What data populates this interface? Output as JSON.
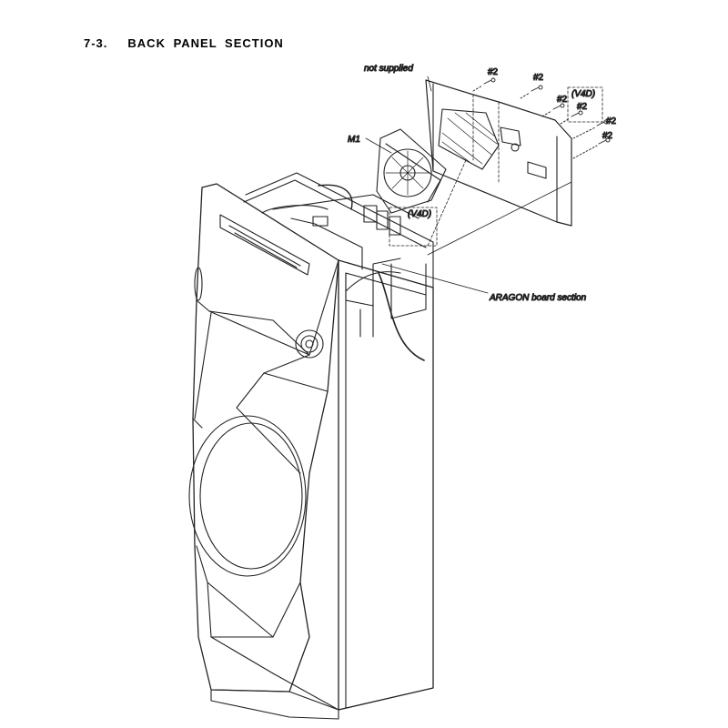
{
  "section": {
    "number": "7-3.",
    "title": "BACK PANEL SECTION"
  },
  "labels": {
    "not_supplied": "not supplied",
    "motor": "M1",
    "screw": "#2",
    "variant": "(V4D)",
    "board_section": "ARAGON board section"
  }
}
